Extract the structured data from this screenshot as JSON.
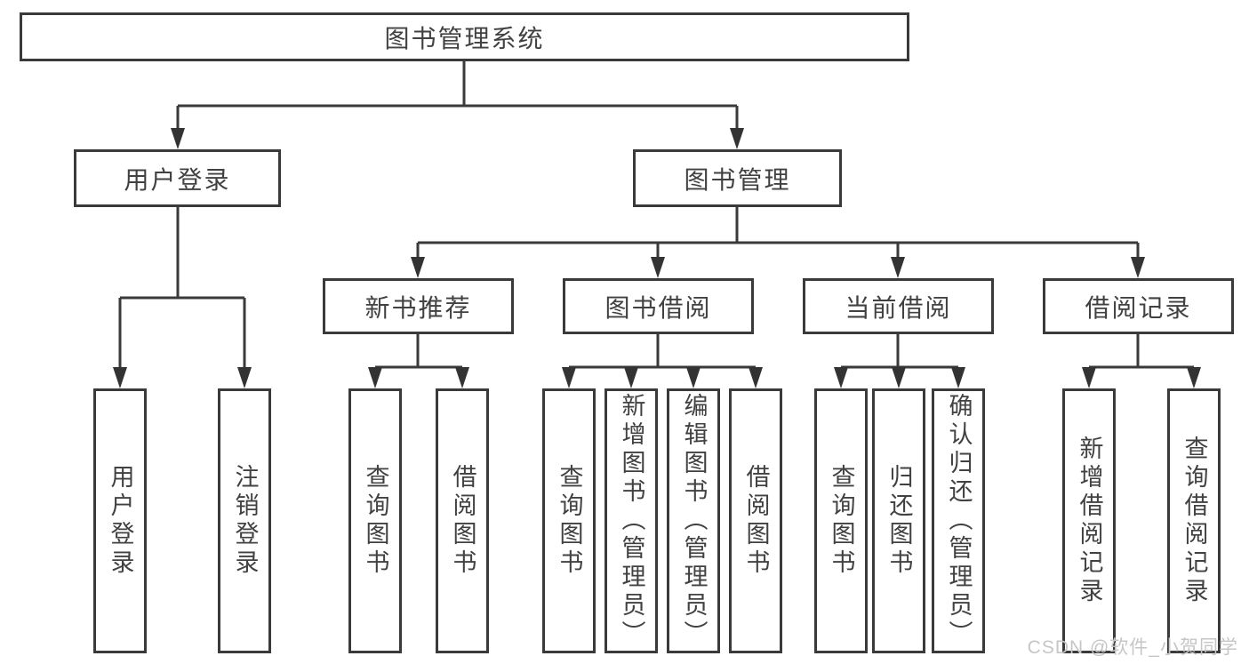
{
  "diagram_title": "图书管理系统",
  "level1": {
    "user_login": "用户登录",
    "book_management": "图书管理"
  },
  "level2": {
    "new_book_recommend": "新书推荐",
    "book_borrowing": "图书借阅",
    "current_borrowing": "当前借阅",
    "borrowing_records": "借阅记录"
  },
  "leaves": {
    "user_login": {
      "login": "用户登录",
      "logout": "注销登录"
    },
    "new_book_recommend": {
      "query": "查询图书",
      "borrow": "借阅图书"
    },
    "book_borrowing": {
      "query": "查询图书",
      "add": "新增图书（管理员）",
      "edit": "编辑图书（管理员）",
      "borrow": "借阅图书"
    },
    "current_borrowing": {
      "query": "查询图书",
      "return": "归还图书",
      "confirm_return": "确认归还（管理员）"
    },
    "borrowing_records": {
      "add": "新增借阅记录",
      "query": "查询借阅记录"
    }
  },
  "watermark": "CSDN @软件_小贺同学",
  "colors": {
    "line": "#3a3a3a",
    "box_border": "#3a3a3a",
    "text": "#414141",
    "watermark": "#c6c6c6",
    "background": "#ffffff"
  }
}
